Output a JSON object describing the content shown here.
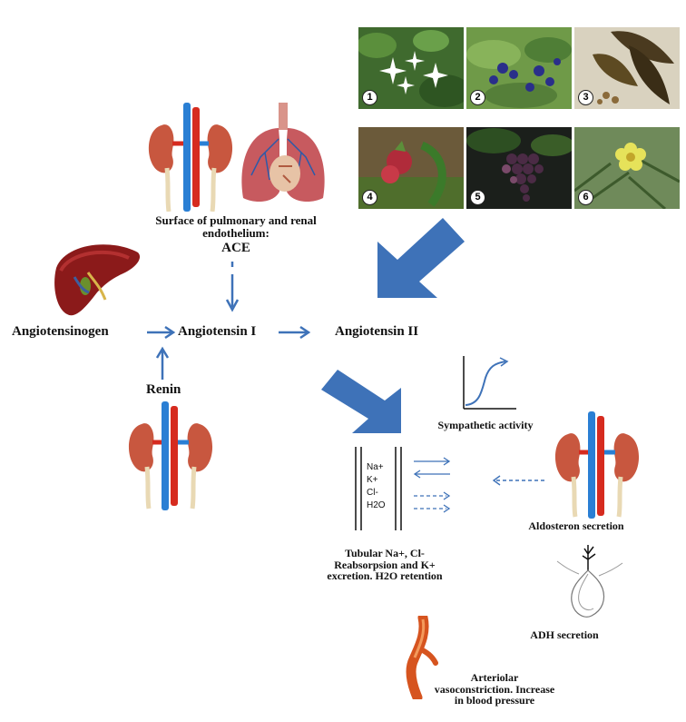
{
  "labels": {
    "surface": "Surface of pulmonary and renal endothelium:",
    "ace": "ACE",
    "angiotensinogen": "Angiotensinogen",
    "angiotensin1": "Angiotensin I",
    "angiotensin2": "Angiotensin II",
    "renin": "Renin",
    "sympathetic": "Sympathetic activity",
    "tubular": "Tubular Na+, Cl- Reabsorpsion and K+ excretion. H2O retention",
    "aldosteron": "Aldosteron secretion",
    "adh": "ADH secretion",
    "arteriolar": "Arteriolar vasoconstriction. Increase in blood pressure"
  },
  "tubule_ions": [
    "Na+",
    "K+",
    "Cl-",
    "H2O"
  ],
  "plant_photos": [
    {
      "num": "1",
      "subject": "white star flowers"
    },
    {
      "num": "2",
      "subject": "blue berries"
    },
    {
      "num": "3",
      "subject": "leaves with seeds"
    },
    {
      "num": "4",
      "subject": "red fruit"
    },
    {
      "num": "5",
      "subject": "grapes"
    },
    {
      "num": "6",
      "subject": "yellow flower"
    }
  ],
  "colors": {
    "arrow_blue": "#3e72b8",
    "organ_red": "#c8402a",
    "artery_red": "#d62b1f",
    "vein_blue": "#2a7fd4"
  }
}
